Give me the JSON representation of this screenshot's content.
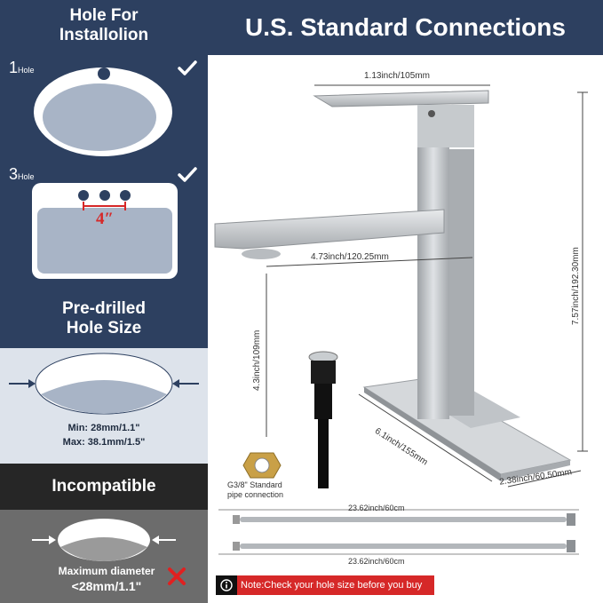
{
  "left": {
    "hole_title": "Hole For\nInstallolion",
    "one_hole_num": "1",
    "one_hole_sub": "Hole",
    "three_hole_num": "3",
    "three_hole_sub": "Hole",
    "spacing": "4″",
    "predrilled_title": "Pre-drilled\nHole Size",
    "min_size": "Min: 28mm/1.1\"",
    "max_size": "Max: 38.1mm/1.5\"",
    "incompatible_title": "Incompatible",
    "max_diameter_line1": "Maximum diameter",
    "max_diameter_line2": "<28mm/1.1\""
  },
  "right": {
    "title": "U.S. Standard Connections",
    "dim_handle": "1.13inch/105mm",
    "dim_height": "7.57inch/192.30mm",
    "dim_spout": "4.73inch/120.25mm",
    "dim_spout_height": "4.3inch/109mm",
    "dim_plate_length": "6.1inch/155mm",
    "dim_plate_width": "2.38inch/60.50mm",
    "connector_label_1": "G3/8\" Standard",
    "connector_label_2": "pipe connection",
    "hose_length_1": "23.62inch/60cm",
    "hose_length_2": "23.62inch/60cm",
    "note": "Note:Check your hole size before you buy"
  },
  "colors": {
    "navy": "#2d4060",
    "accent_red": "#d62828",
    "light_panel": "#dde3eb",
    "dark_panel": "#262626"
  }
}
